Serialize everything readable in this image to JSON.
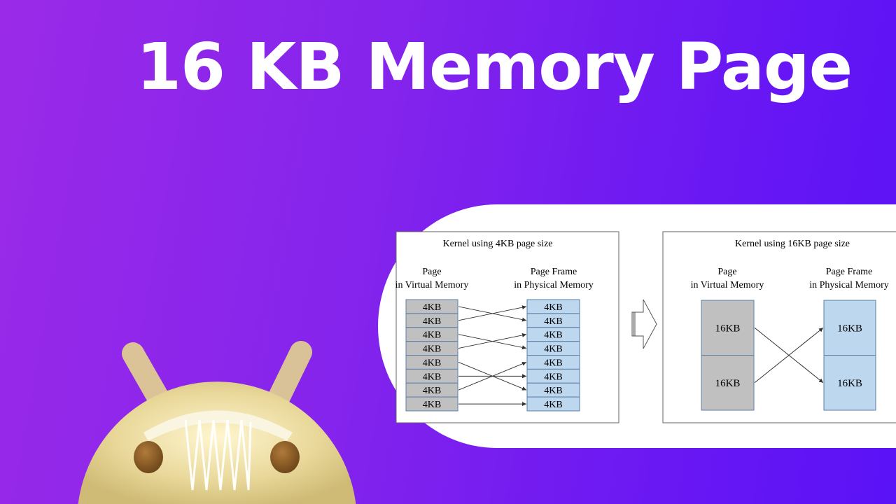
{
  "title": "16 KB Memory Page",
  "diagram": {
    "left": {
      "heading": "Kernel using 4KB page size",
      "virtual_label": [
        "Page",
        "in Virtual Memory"
      ],
      "physical_label": [
        "Page Frame",
        "in Physical Memory"
      ],
      "virtual_pages": [
        "4KB",
        "4KB",
        "4KB",
        "4KB",
        "4KB",
        "4KB",
        "4KB",
        "4KB"
      ],
      "physical_frames": [
        "4KB",
        "4KB",
        "4KB",
        "4KB",
        "4KB",
        "4KB",
        "4KB",
        "4KB"
      ],
      "mapping": [
        1,
        0,
        3,
        2,
        6,
        5,
        4,
        7
      ]
    },
    "right": {
      "heading": "Kernel using 16KB page size",
      "virtual_label": [
        "Page",
        "in Virtual Memory"
      ],
      "physical_label": [
        "Page Frame",
        "in Physical Memory"
      ],
      "virtual_pages": [
        "16KB",
        "16KB"
      ],
      "physical_frames": [
        "16KB",
        "16KB"
      ],
      "mapping": [
        1,
        0
      ]
    },
    "colors": {
      "virtual": "#c0c0c0",
      "physical": "#bdd7ee",
      "border": "#5b7fa6"
    }
  }
}
